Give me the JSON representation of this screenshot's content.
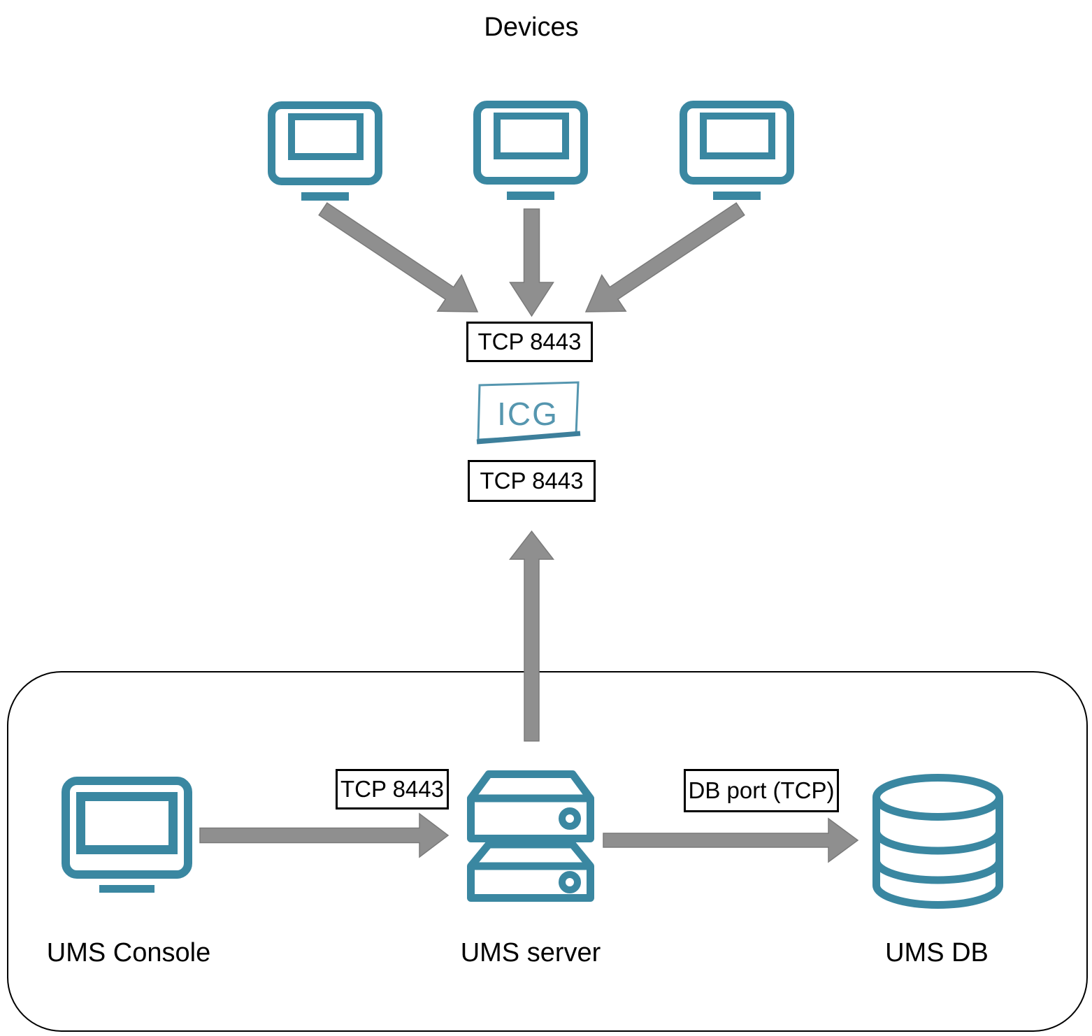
{
  "diagram": {
    "title": "Devices",
    "nodes": {
      "icg": {
        "label": "ICG"
      },
      "ums_console": {
        "label": "UMS Console"
      },
      "ums_server": {
        "label": "UMS server"
      },
      "ums_db": {
        "label": "UMS DB"
      }
    },
    "port_labels": {
      "devices_to_icg": "TCP 8443",
      "ums_server_to_icg": "TCP 8443",
      "console_to_server": "TCP 8443",
      "server_to_db": "DB port (TCP)"
    }
  },
  "colors": {
    "icon_teal": "#3A87A1",
    "icg_teal": "#5596AF",
    "icg_border_dark": "#3D7F9B",
    "arrow_gray": "#8F8F8F",
    "arrow_outline": "#7A7A7A",
    "label_border": "#000000",
    "text_color": "#000000",
    "background": "#FFFFFF"
  }
}
